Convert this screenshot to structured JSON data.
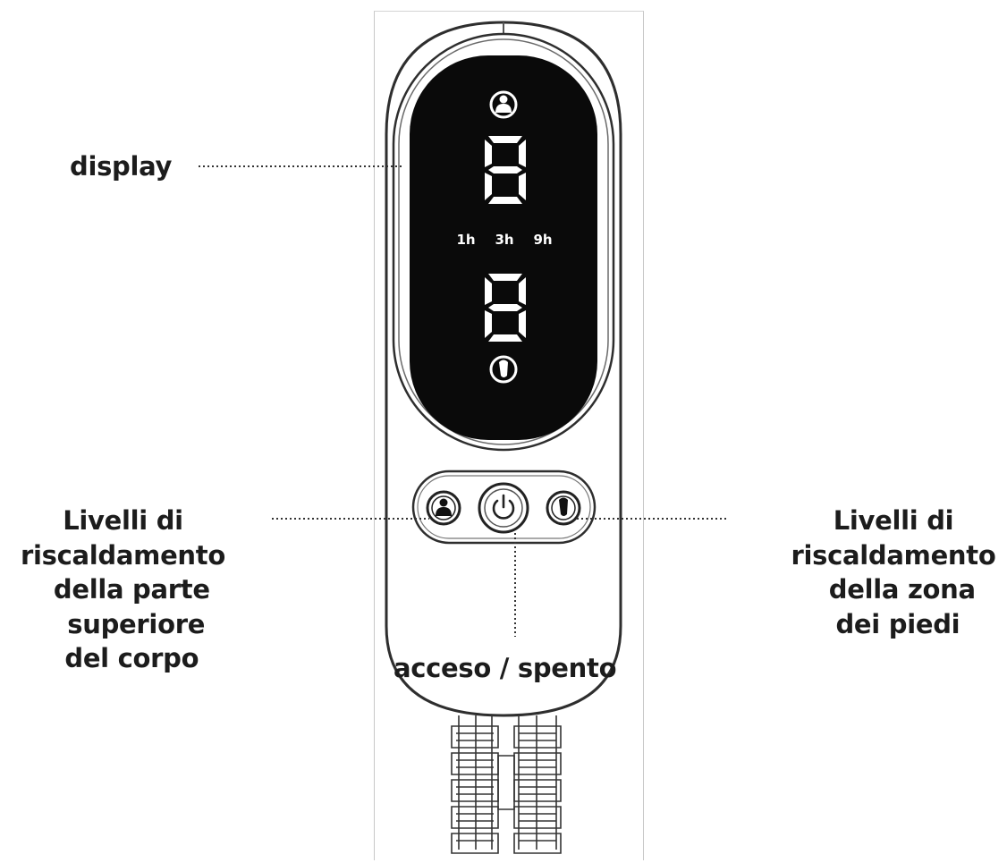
{
  "labels": {
    "display": "display",
    "upper_body": "Livelli di\nriscaldamento\n  della parte\n   superiore\n  del corpo",
    "power": "acceso / spento",
    "feet": "Livelli di\nriscaldamento\n  della zona\n dei piedi"
  },
  "display": {
    "upper_digit": "8",
    "lower_digit": "8",
    "timers": [
      "1h",
      "3h",
      "9h"
    ]
  },
  "icons": {
    "upper": "person-icon",
    "lower": "foot-icon",
    "power": "power-icon"
  },
  "colors": {
    "screen": "#0a0a0a",
    "outline": "#333333",
    "text": "#1c1c1c"
  }
}
